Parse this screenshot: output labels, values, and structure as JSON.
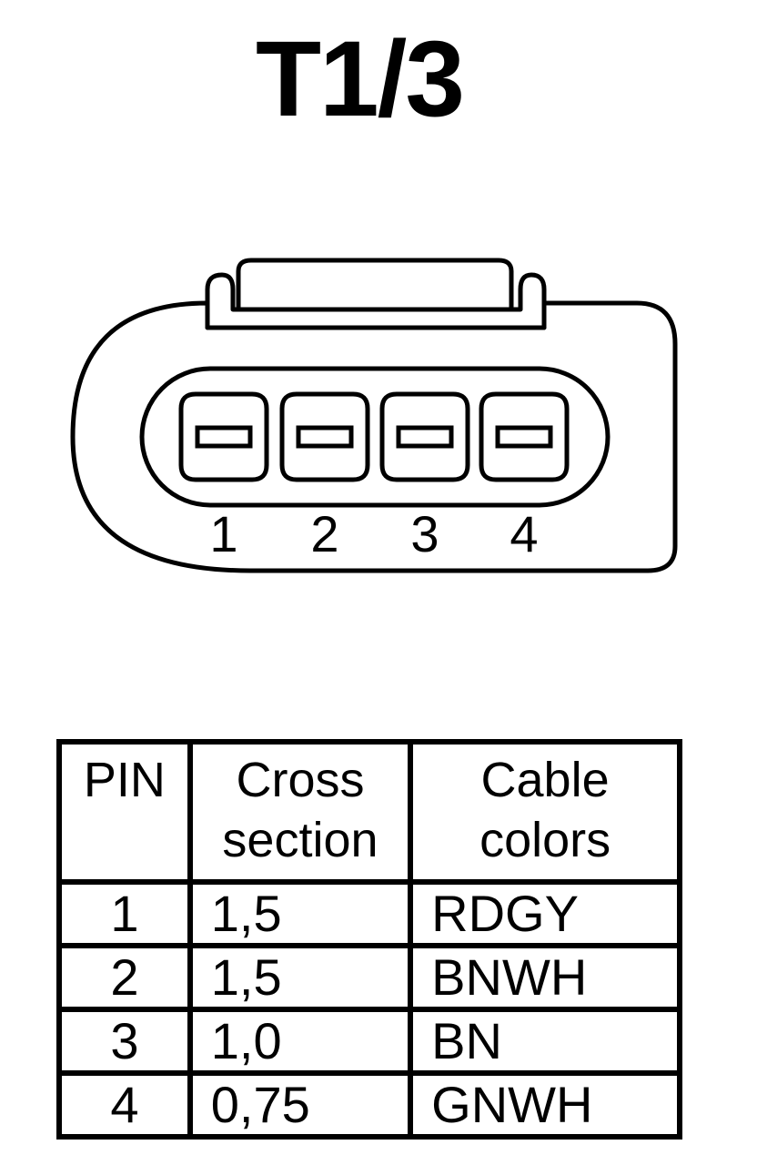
{
  "title": "T1/3",
  "connector": {
    "pins": [
      {
        "label": "1"
      },
      {
        "label": "2"
      },
      {
        "label": "3"
      },
      {
        "label": "4"
      }
    ]
  },
  "table": {
    "headers": {
      "pin": [
        "PIN"
      ],
      "cross_section": [
        "Cross",
        "section"
      ],
      "cable_colors": [
        "Cable",
        "colors"
      ]
    },
    "rows": [
      {
        "pin": "1",
        "cross_section": "1,5",
        "cable_color": "RDGY"
      },
      {
        "pin": "2",
        "cross_section": "1,5",
        "cable_color": "BNWH"
      },
      {
        "pin": "3",
        "cross_section": "1,0",
        "cable_color": "BN"
      },
      {
        "pin": "4",
        "cross_section": "0,75",
        "cable_color": "GNWH"
      }
    ]
  }
}
